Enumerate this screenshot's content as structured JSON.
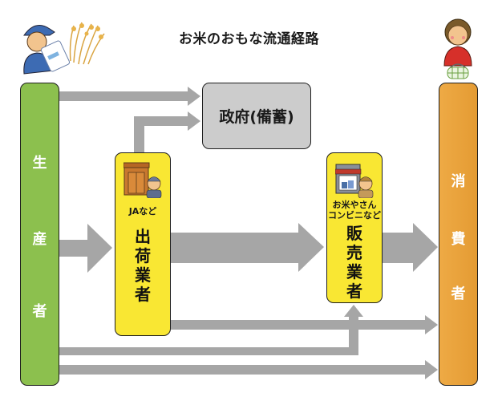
{
  "title": "お米のおもな流通経路",
  "nodes": {
    "producer": {
      "label": [
        "生",
        "産",
        "者"
      ],
      "color": "#8cc04e",
      "illustration": "farmer-with-rice-icon"
    },
    "consumer": {
      "label": [
        "消",
        "費",
        "者"
      ],
      "color": "#e8a23a",
      "illustration": "shopper-woman-icon"
    },
    "government": {
      "label": "政府(備蓄)",
      "color": "#cccccc"
    },
    "shipper": {
      "sublabel": "JAなど",
      "label": [
        "出",
        "荷",
        "業",
        "者"
      ],
      "color": "#f9e733",
      "illustration": "warehouse-worker-icon"
    },
    "seller": {
      "sublabel": [
        "お米やさん",
        "コンビニなど"
      ],
      "label": [
        "販",
        "売",
        "業",
        "者"
      ],
      "color": "#f9e733",
      "illustration": "rice-shop-clerk-icon"
    }
  },
  "flows": [
    {
      "from": "producer",
      "to": "government",
      "weight": "thin"
    },
    {
      "from": "shipper",
      "to": "government",
      "weight": "thin"
    },
    {
      "from": "producer",
      "to": "shipper",
      "weight": "thick"
    },
    {
      "from": "shipper",
      "to": "seller",
      "weight": "thick"
    },
    {
      "from": "seller",
      "to": "consumer",
      "weight": "thick"
    },
    {
      "from": "shipper",
      "to": "consumer",
      "weight": "thin"
    },
    {
      "from": "producer",
      "to": "seller",
      "weight": "thin"
    },
    {
      "from": "producer",
      "to": "consumer",
      "weight": "thin"
    }
  ],
  "arrow_color": "#a6a6a6"
}
